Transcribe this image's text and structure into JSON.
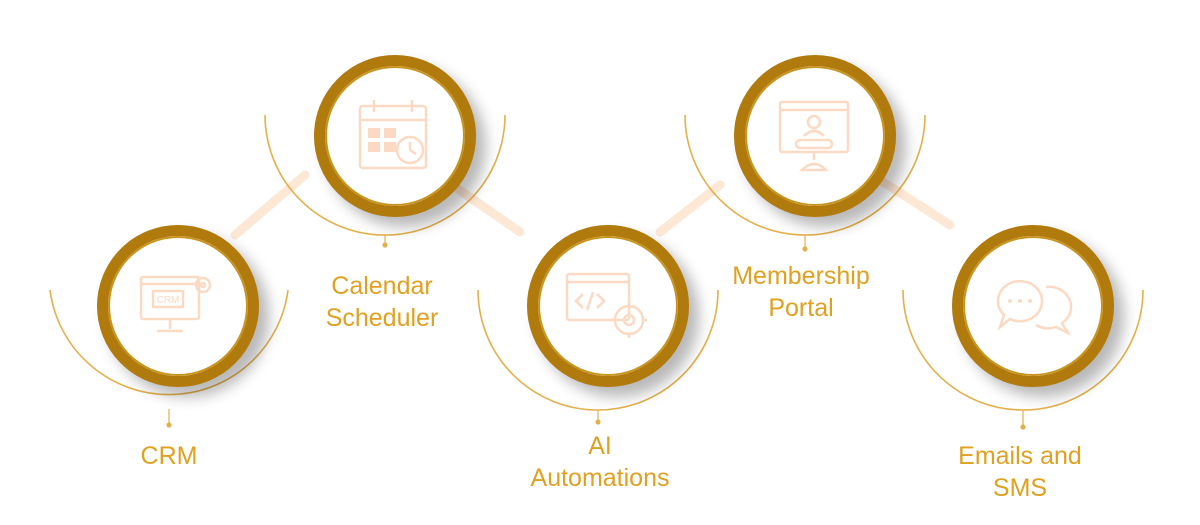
{
  "diagram": {
    "accent_color": "#b07a0c",
    "label_color": "#e0a020",
    "connector_color": "#fde7d5",
    "nodes": [
      {
        "id": "crm",
        "icon": "crm-monitor-icon",
        "label_lines": [
          "CRM"
        ]
      },
      {
        "id": "calendar",
        "icon": "calendar-clock-icon",
        "label_lines": [
          "Calendar",
          "Scheduler"
        ]
      },
      {
        "id": "automations",
        "icon": "code-gear-icon",
        "label_lines": [
          "AI",
          "Automations"
        ]
      },
      {
        "id": "membership",
        "icon": "membership-portal-icon",
        "label_lines": [
          "Membership",
          "Portal"
        ]
      },
      {
        "id": "emails",
        "icon": "chat-bubbles-icon",
        "label_lines": [
          "Emails and",
          "SMS"
        ]
      }
    ]
  }
}
